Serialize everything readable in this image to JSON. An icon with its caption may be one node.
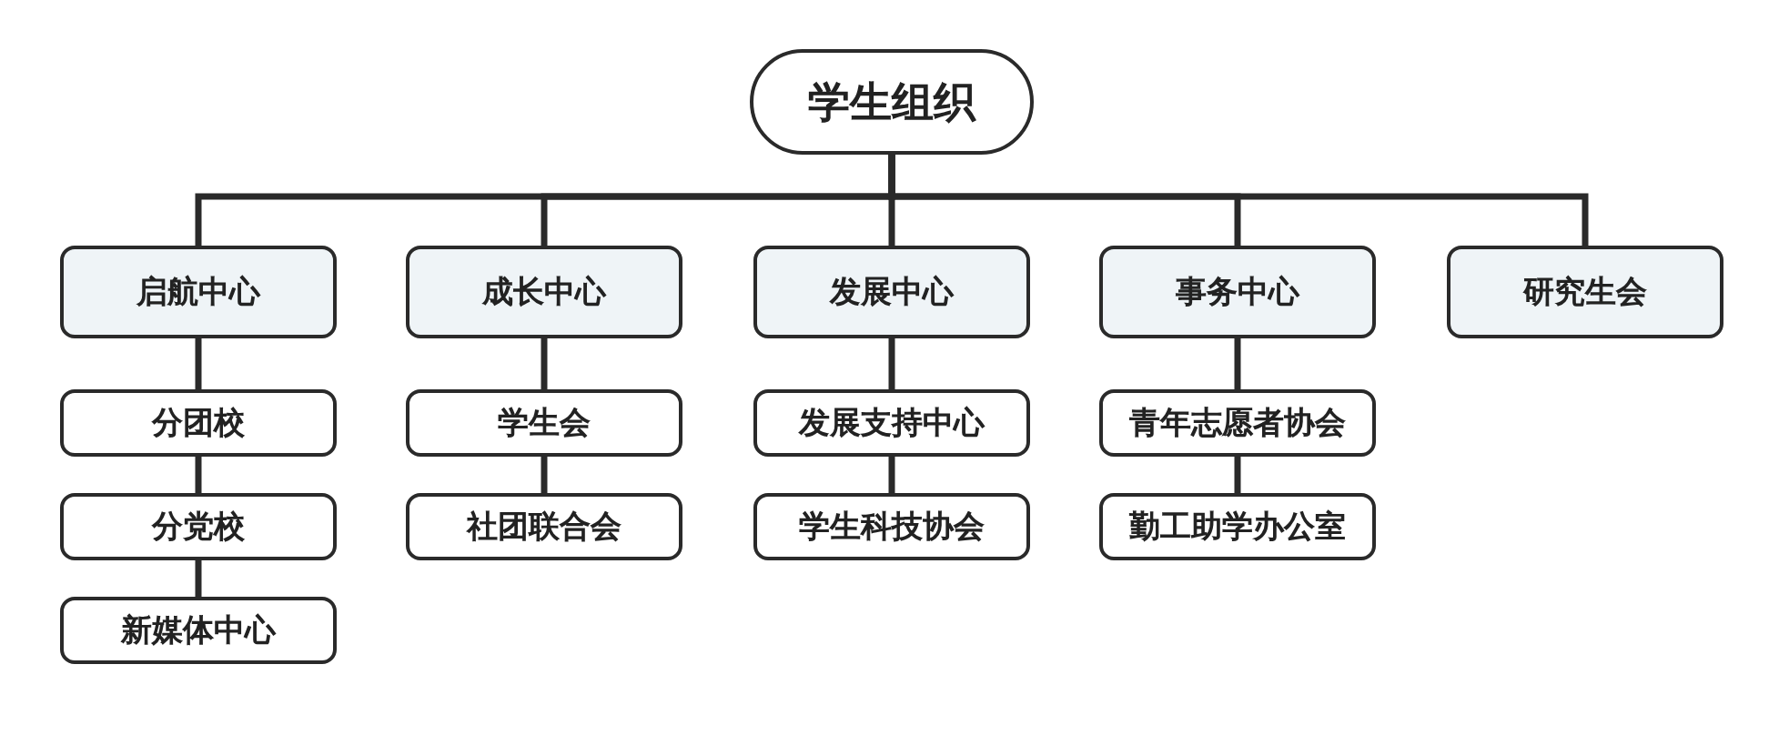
{
  "diagram": {
    "nodes": [
      {
        "text": [
          "学生组织"
        ]
      },
      {
        "text": [
          "启航中心"
        ]
      },
      {
        "text": [
          "分团校"
        ]
      },
      {
        "text": [
          "分党校"
        ]
      },
      {
        "text": [
          "新媒体中心"
        ]
      },
      {
        "text": [
          "成长中心"
        ]
      },
      {
        "text": [
          "学生会"
        ]
      },
      {
        "text": [
          "社团联合会"
        ]
      },
      {
        "text": [
          "发展中心"
        ]
      },
      {
        "text": [
          "发展支持中心"
        ]
      },
      {
        "text": [
          "学生科技协会"
        ]
      },
      {
        "text": [
          "事务中心"
        ]
      },
      {
        "text": [
          "青年志愿者协会"
        ]
      },
      {
        "text": [
          "勤工助学办公室"
        ]
      },
      {
        "text": [
          "研究生会"
        ]
      }
    ],
    "edges": [
      {
        "from": 0,
        "to": 1,
        "arrow": "none"
      },
      {
        "from": 0,
        "to": 5,
        "arrow": "none"
      },
      {
        "from": 0,
        "to": 8,
        "arrow": "none"
      },
      {
        "from": 0,
        "to": 11,
        "arrow": "none"
      },
      {
        "from": 0,
        "to": 14,
        "arrow": "none"
      },
      {
        "from": 1,
        "to": 2,
        "arrow": "none"
      },
      {
        "from": 2,
        "to": 3,
        "arrow": "none"
      },
      {
        "from": 3,
        "to": 4,
        "arrow": "none"
      },
      {
        "from": 5,
        "to": 6,
        "arrow": "none"
      },
      {
        "from": 6,
        "to": 7,
        "arrow": "none"
      },
      {
        "from": 8,
        "to": 9,
        "arrow": "none"
      },
      {
        "from": 9,
        "to": 10,
        "arrow": "none"
      },
      {
        "from": 11,
        "to": 12,
        "arrow": "none"
      },
      {
        "from": 12,
        "to": 13,
        "arrow": "none"
      }
    ]
  }
}
